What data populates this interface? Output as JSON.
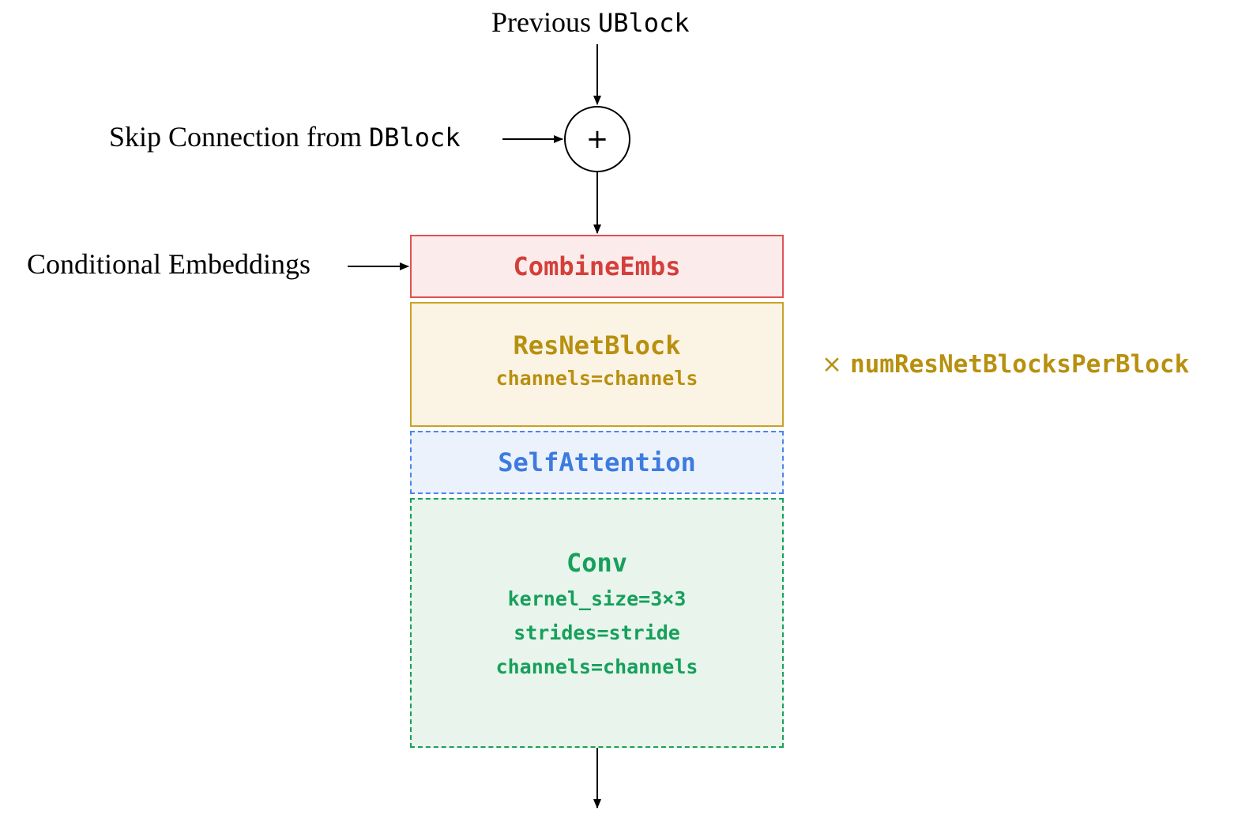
{
  "top_input": {
    "prefix": "Previous ",
    "code": "UBlock"
  },
  "skip_input": {
    "prefix": "Skip Connection from ",
    "code": "DBlock"
  },
  "cond_input": {
    "label": "Conditional Embeddings"
  },
  "adder": {
    "symbol": "+"
  },
  "blocks": {
    "combine": {
      "title": "CombineEmbs",
      "color": "#d43f3a"
    },
    "resnet": {
      "title": "ResNetBlock",
      "param": "channels=channels",
      "color": "#b8900f"
    },
    "selfattention": {
      "title": "SelfAttention",
      "color": "#3d7be0"
    },
    "conv": {
      "title": "Conv",
      "params": [
        "kernel_size=3×3",
        "strides=stride",
        "channels=channels"
      ],
      "color": "#16a05a"
    }
  },
  "repeat": {
    "symbol": "×",
    "label": "numResNetBlocksPerBlock"
  }
}
